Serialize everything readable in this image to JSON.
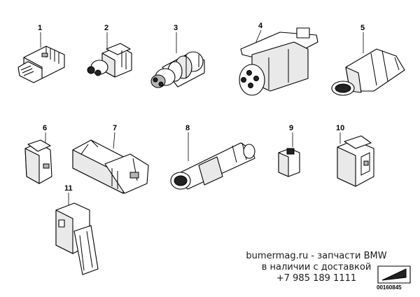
{
  "callouts": [
    "1",
    "2",
    "3",
    "4",
    "5",
    "6",
    "7",
    "8",
    "9",
    "10",
    "11"
  ],
  "watermark": {
    "line1": "bumermag.ru - запчасти BMW",
    "line2": "в наличии с доставкой",
    "line3": "+7 985 189 1111"
  },
  "diagram_code": "00160845"
}
